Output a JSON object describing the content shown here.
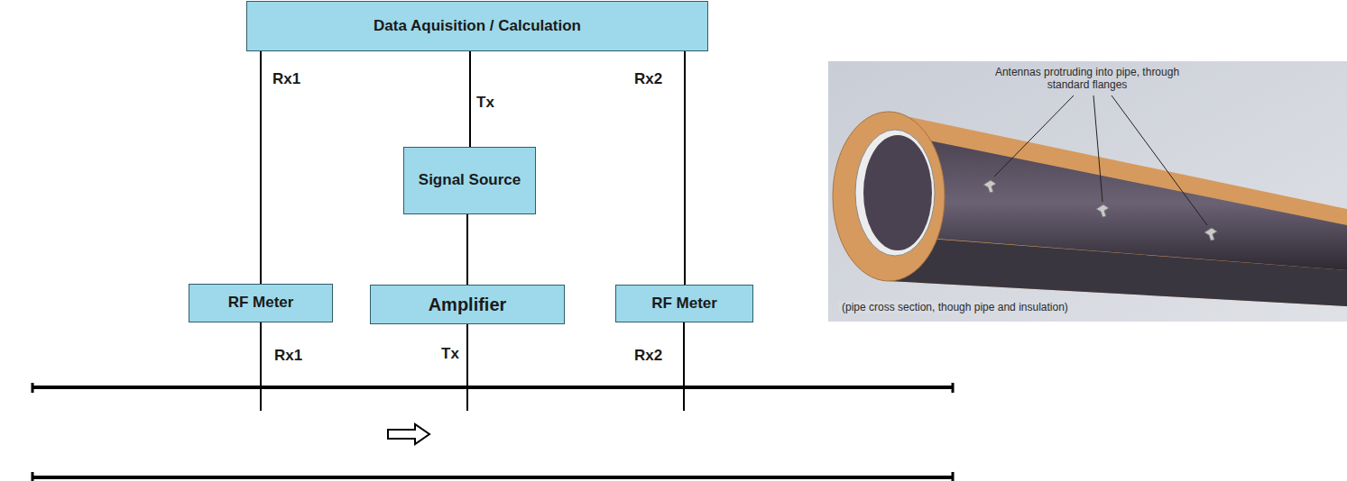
{
  "diagram": {
    "nodes": [
      {
        "text": [
          "Data Aquisition / Calculation"
        ]
      },
      {
        "text": [
          "Signal Source"
        ]
      },
      {
        "text": [
          "RF Meter"
        ]
      },
      {
        "text": [
          "Amplifier"
        ]
      },
      {
        "text": [
          "RF Meter"
        ]
      }
    ],
    "edges": [
      {
        "from": 0,
        "to": 2,
        "arrow": "none",
        "label": "Rx1"
      },
      {
        "from": 0,
        "to": 1,
        "arrow": "none",
        "label": "Tx"
      },
      {
        "from": 1,
        "to": 3,
        "arrow": "none"
      },
      {
        "from": 0,
        "to": 4,
        "arrow": "none",
        "label": "Rx2"
      }
    ],
    "labels": [
      "Rx1",
      "Tx",
      "Rx2",
      "Antennas protruding into pipe, through standard flanges",
      "(pipe cross section, though pipe and insulation)"
    ]
  }
}
